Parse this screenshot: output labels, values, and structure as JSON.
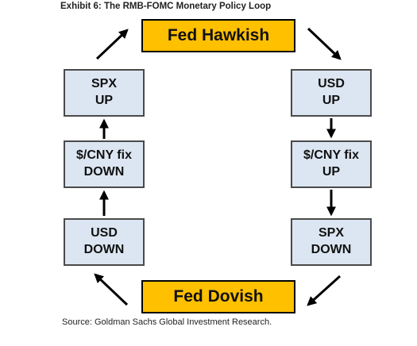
{
  "title": "Exhibit 6: The RMB-FOMC Monetary Policy Loop",
  "nodes": {
    "fed_hawkish": "Fed Hawkish",
    "fed_dovish": "Fed Dovish",
    "left_top": {
      "line1": "SPX",
      "line2": "UP"
    },
    "left_mid": {
      "line1": "$/CNY fix",
      "line2": "DOWN"
    },
    "left_bottom": {
      "line1": "USD",
      "line2": "DOWN"
    },
    "right_top": {
      "line1": "USD",
      "line2": "UP"
    },
    "right_mid": {
      "line1": "$/CNY fix",
      "line2": "UP"
    },
    "right_bottom": {
      "line1": "SPX",
      "line2": "DOWN"
    }
  },
  "source": "Source: Goldman Sachs Global Investment Research."
}
